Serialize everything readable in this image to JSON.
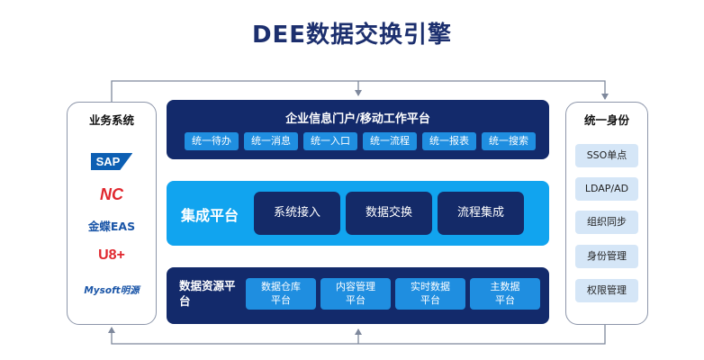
{
  "title": "DEE数据交换引擎",
  "business_systems": {
    "title": "业务系统",
    "logos": [
      "SAP",
      "NC",
      "金蝶EAS",
      "U8+",
      "Mysoft明源"
    ]
  },
  "portal": {
    "title": "企业信息门户/移动工作平台",
    "items": [
      "统一待办",
      "统一消息",
      "统一入口",
      "统一流程",
      "统一报表",
      "统一搜索"
    ]
  },
  "integration": {
    "title": "集成平台",
    "items": [
      "系统接入",
      "数据交换",
      "流程集成"
    ]
  },
  "resources": {
    "title_line1": "数据资源平",
    "title_line2": "台",
    "items": [
      {
        "l1": "数据仓库",
        "l2": "平台"
      },
      {
        "l1": "内容管理",
        "l2": "平台"
      },
      {
        "l1": "实时数据",
        "l2": "平台"
      },
      {
        "l1": "主数据",
        "l2": "平台"
      }
    ]
  },
  "identity": {
    "title": "统一身份",
    "items": [
      "SSO单点",
      "LDAP/AD",
      "组织同步",
      "身份管理",
      "权限管理"
    ]
  },
  "colors": {
    "navy": "#132a6b",
    "integration_blue": "#11a4ef",
    "chip_blue": "#1f8ee0",
    "light_blue": "#d5e6f7",
    "connector_gray": "#7e889c"
  }
}
